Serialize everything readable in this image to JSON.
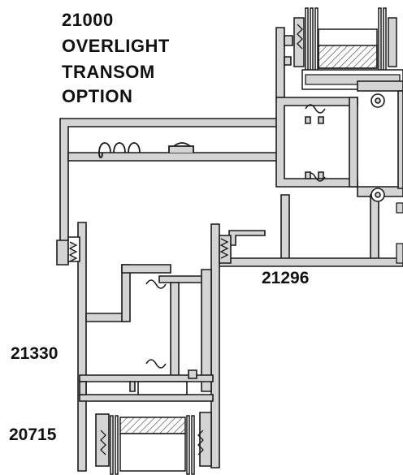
{
  "title_lines": [
    "21000",
    "OVERLIGHT",
    "TRANSOM",
    "OPTION"
  ],
  "part_labels": {
    "transom": "21296",
    "frame": "21330",
    "sash": "20715"
  },
  "colors": {
    "profile_fill": "#d4d4d4",
    "profile_stroke": "#1a1a1a",
    "glass_fill": "#f2f2f2",
    "hatch": "#555555",
    "text": "#111111"
  }
}
